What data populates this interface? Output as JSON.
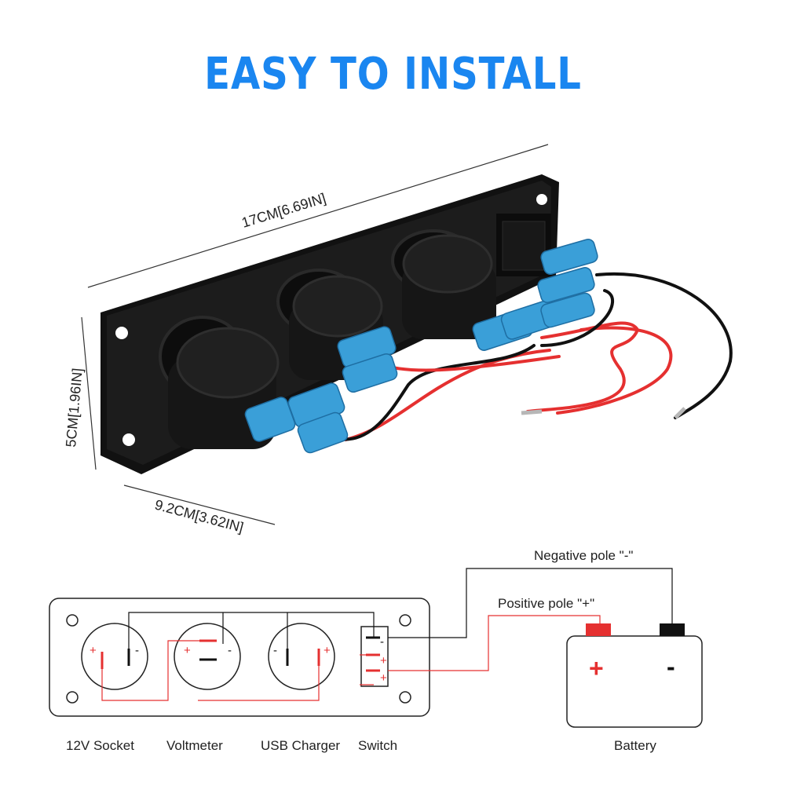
{
  "title": "EASY TO INSTALL",
  "dimensions": {
    "length": "17CM[6.69IN]",
    "height": "5CM[1.96IN]",
    "width": "9.2CM[3.62IN]"
  },
  "wiring": {
    "negative_pole": "Negative pole \"-\"",
    "positive_pole": "Positive pole \"+\"",
    "components": [
      "12V Socket",
      "Voltmeter",
      "USB Charger",
      "Switch"
    ],
    "battery_label": "Battery",
    "battery_plus": "+",
    "battery_minus": "-",
    "plus_sign": "+",
    "minus_sign": "-"
  },
  "colors": {
    "title": "#1a86f0",
    "positive_wire": "#e53030",
    "negative_wire": "#111111",
    "panel": "#151515",
    "terminal": "#3a9fd8"
  }
}
